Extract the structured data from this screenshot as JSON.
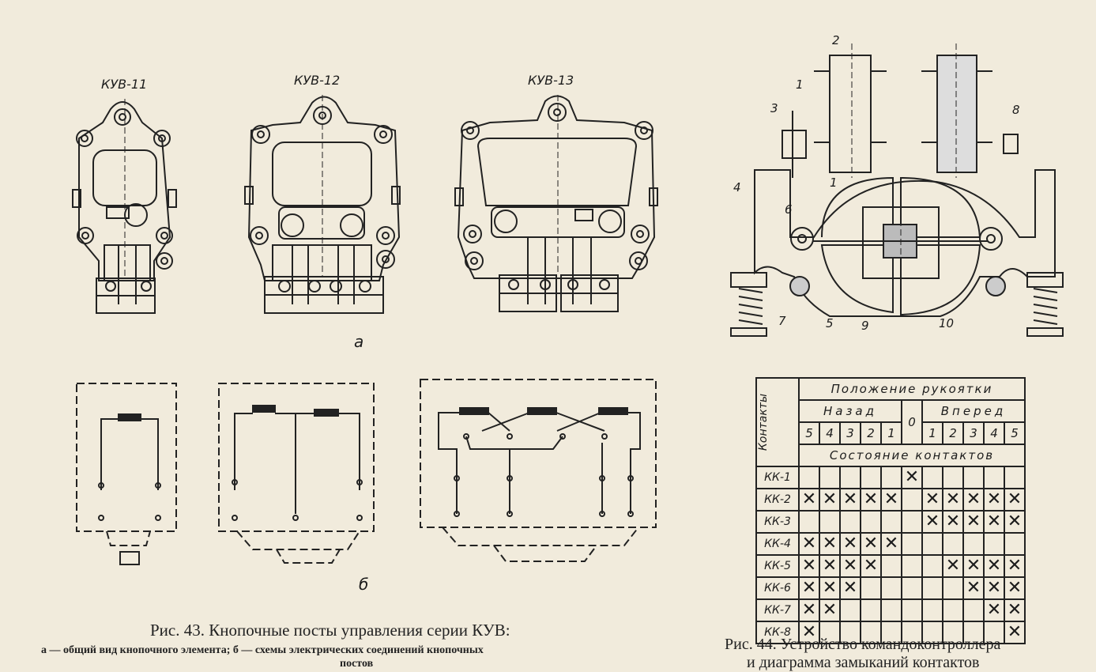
{
  "figure43": {
    "labels": [
      "КУВ-11",
      "КУВ-12",
      "КУВ-13"
    ],
    "part_a": "а",
    "part_b": "б",
    "caption_title": "Рис. 43. Кнопочные посты управления серии КУВ:",
    "caption_legend": "а — общий вид кнопочного   элемента;  б — схемы   электрических   соединений кнопочных",
    "caption_cont": "постов"
  },
  "figure44": {
    "numbers": [
      "1",
      "2",
      "1",
      "3",
      "8",
      "4",
      "6",
      "5",
      "7",
      "9",
      "10"
    ],
    "caption_line1": "Рис. 44. Устройство командоконтроллера",
    "caption_line2": "и диаграмма замыканий  контактов",
    "table": {
      "side_header": "Контакты",
      "top_header": "Положение рукоятки",
      "back_label": "Назад",
      "forward_label": "Вперед",
      "positions": [
        "5",
        "4",
        "3",
        "2",
        "1",
        "0",
        "1",
        "2",
        "3",
        "4",
        "5"
      ],
      "state_label": "Состояние контактов",
      "mark": "✕",
      "rows": [
        {
          "name": "КК-1",
          "closed": [
            0,
            0,
            0,
            0,
            0,
            1,
            0,
            0,
            0,
            0,
            0
          ]
        },
        {
          "name": "КК-2",
          "closed": [
            1,
            1,
            1,
            1,
            1,
            0,
            1,
            1,
            1,
            1,
            1
          ]
        },
        {
          "name": "КК-3",
          "closed": [
            0,
            0,
            0,
            0,
            0,
            0,
            1,
            1,
            1,
            1,
            1
          ]
        },
        {
          "name": "КК-4",
          "closed": [
            1,
            1,
            1,
            1,
            1,
            0,
            0,
            0,
            0,
            0,
            0
          ]
        },
        {
          "name": "КК-5",
          "closed": [
            1,
            1,
            1,
            1,
            0,
            0,
            0,
            1,
            1,
            1,
            1
          ]
        },
        {
          "name": "КК-6",
          "closed": [
            1,
            1,
            1,
            0,
            0,
            0,
            0,
            0,
            1,
            1,
            1
          ]
        },
        {
          "name": "КК-7",
          "closed": [
            1,
            1,
            0,
            0,
            0,
            0,
            0,
            0,
            0,
            1,
            1
          ]
        },
        {
          "name": "КК-8",
          "closed": [
            1,
            0,
            0,
            0,
            0,
            0,
            0,
            0,
            0,
            0,
            1
          ]
        }
      ]
    }
  }
}
